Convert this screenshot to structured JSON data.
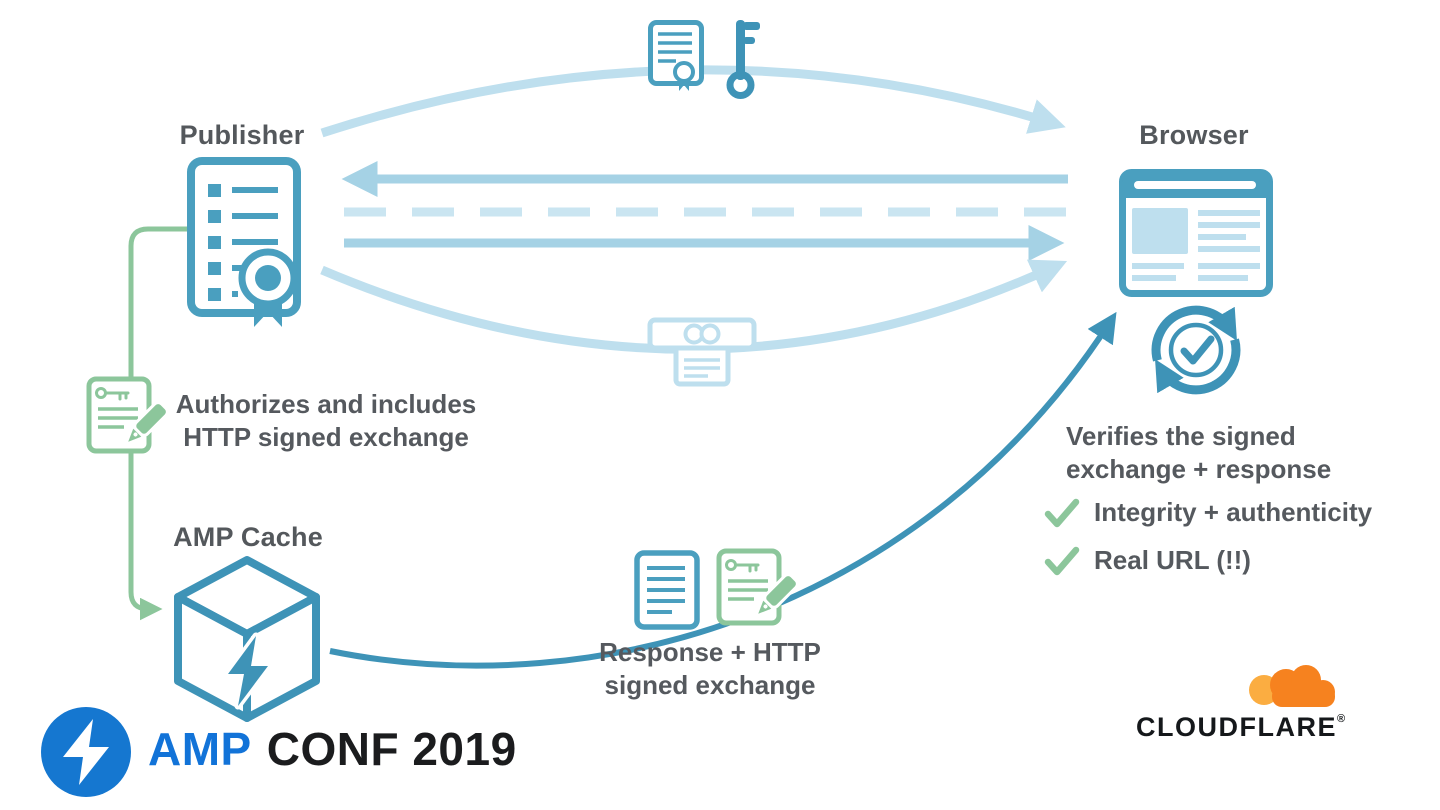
{
  "nodes": {
    "publisher": "Publisher",
    "browser": "Browser",
    "amp_cache": "AMP Cache"
  },
  "annotations": {
    "authorizes": {
      "line1": "Authorizes and includes",
      "line2": "HTTP signed exchange"
    },
    "response": {
      "line1": "Response + HTTP",
      "line2": "signed exchange"
    },
    "verifies": {
      "line1": "Verifies the signed",
      "line2": "exchange + response"
    },
    "checks": [
      {
        "label": "Integrity + authenticity"
      },
      {
        "label": "Real URL (!!)"
      }
    ]
  },
  "branding": {
    "amp_logo_text": "AMP",
    "conf_text": "CONF 2019",
    "cloudflare_wordmark": "CLOUDFLARE",
    "registered_mark": "®"
  },
  "icons": {
    "certificate-icon": "document-with-seal",
    "key-icon": "key",
    "publisher-document-icon": "certified-document",
    "browser-window-icon": "browser-window",
    "exchange-press-icon": "document-press-rollers",
    "signed-exchange-icon": "document-key-pen",
    "amp-cache-cube-icon": "cube-with-lightning",
    "response-document-icon": "document-lines",
    "verify-sync-icon": "circular-arrows-with-check",
    "check-icon": "green-checkmark",
    "amp-logo": "blue-circle-lightning",
    "cloudflare-logo": "orange-cloud"
  },
  "colors": {
    "pale_blue": "#bedfee",
    "light_blue": "#a5d2e5",
    "dashed_blue": "#cae5f1",
    "doc_blue": "#4a9fbf",
    "teal": "#3e93b7",
    "green": "#8cc69b",
    "text_gray": "#55595e",
    "amp_blue": "#1273d8",
    "cloudflare_orange": "#f6821f",
    "cloudflare_orange_light": "#fbad41"
  }
}
